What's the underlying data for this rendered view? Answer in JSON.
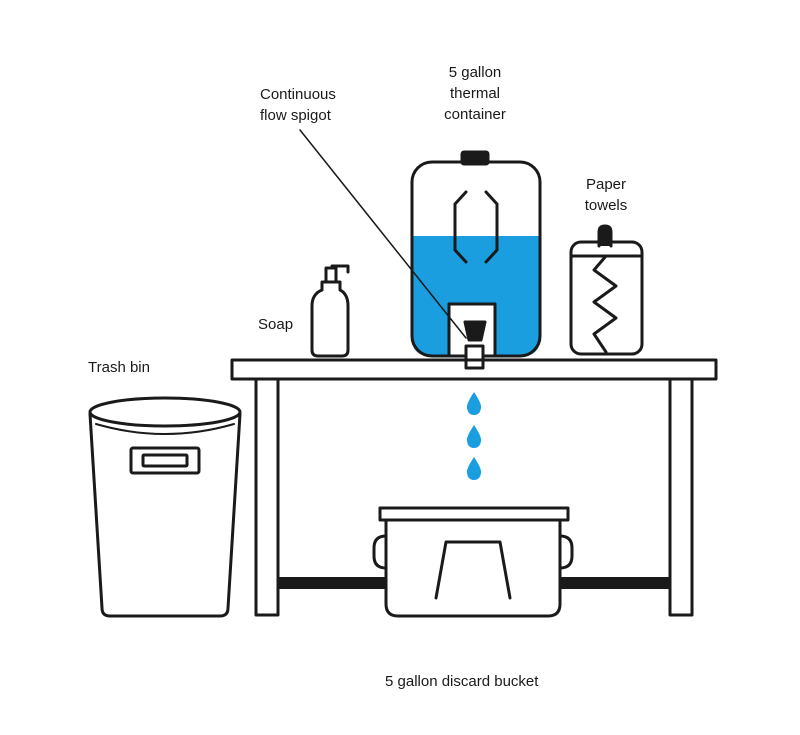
{
  "labels": {
    "thermal_container": [
      "5 gallon",
      "thermal",
      "container"
    ],
    "spigot": [
      "Continuous",
      "flow spigot"
    ],
    "paper_towels": [
      "Paper",
      "towels"
    ],
    "soap": "Soap",
    "trash_bin": "Trash bin",
    "discard_bucket": "5 gallon discard bucket"
  },
  "colors": {
    "water": "#1a9ee0",
    "outline": "#1a1a1a",
    "background": "#ffffff"
  }
}
